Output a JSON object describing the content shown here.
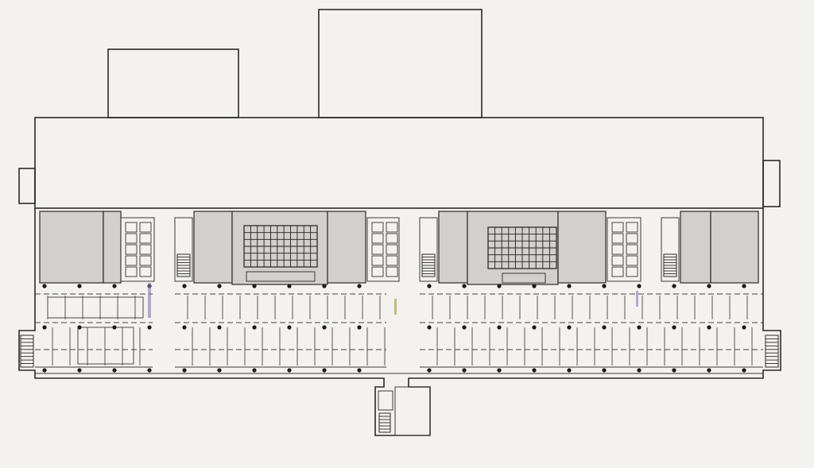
{
  "drawing": {
    "kind": "architectural floor plan",
    "colors": {
      "background": "#f4f2ee",
      "line": "#2b2b2b",
      "hall_fill": "#d2d0cc",
      "tint_purple": "#8a7ab8",
      "tint_olive": "#a5a34a"
    },
    "elements": [
      "upper-block-small",
      "upper-block-large",
      "main-slab",
      "side-extension-left",
      "side-extension-right",
      "courtyard-wing",
      "office-corridor-rows",
      "stair-core-left",
      "stair-core-right",
      "entrance-annex"
    ],
    "lecture_halls": 2,
    "stair_cores": 4
  }
}
